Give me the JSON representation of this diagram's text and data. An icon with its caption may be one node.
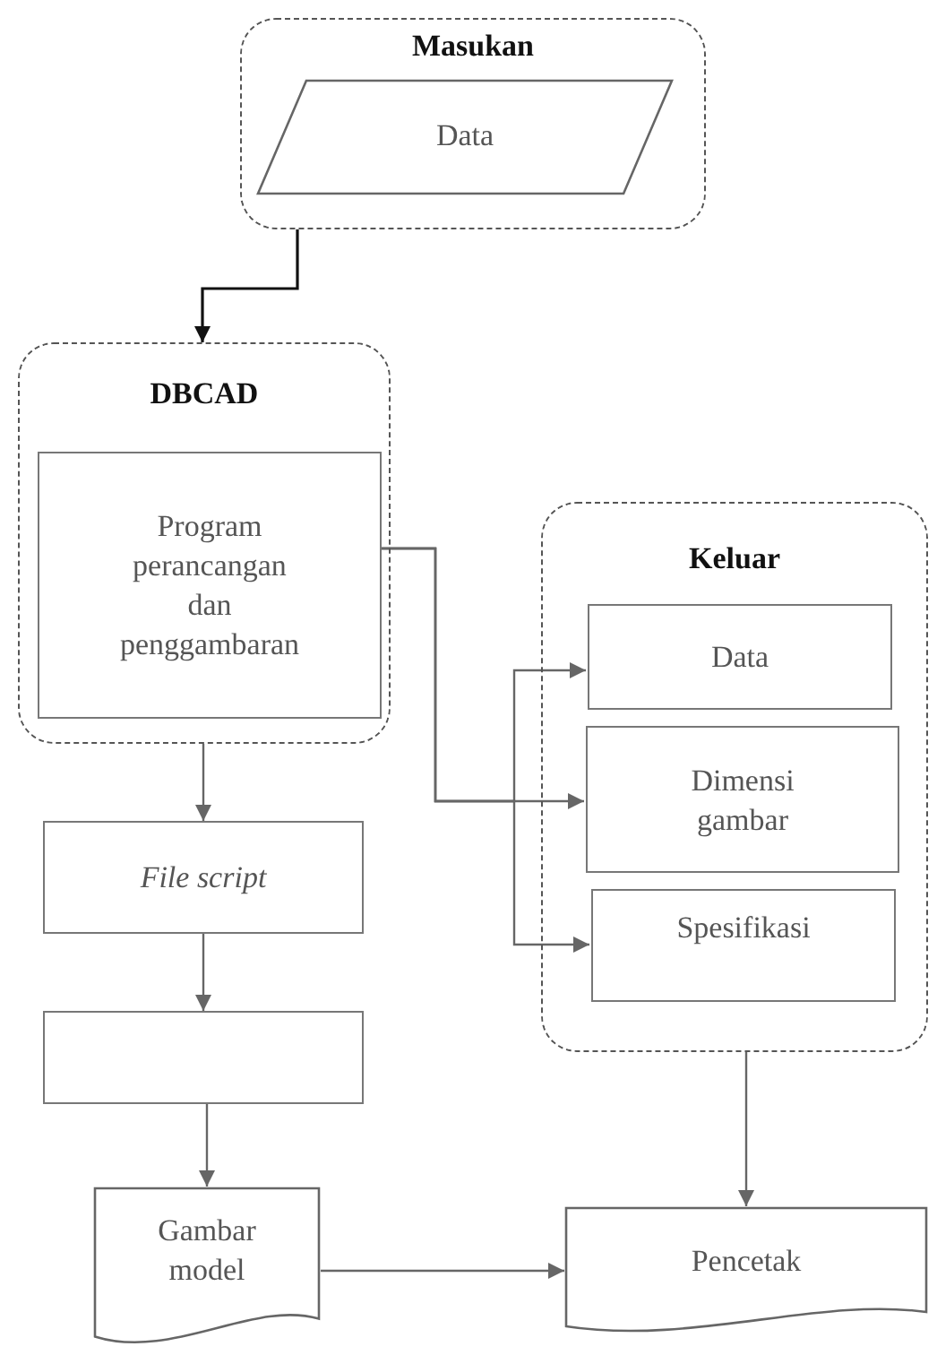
{
  "diagram": {
    "nodes": [
      {
        "text": [
          "Masukan"
        ]
      },
      {
        "text": [
          "Data"
        ],
        "in": 0
      },
      {
        "text": [
          "DBCAD"
        ]
      },
      {
        "text": [
          "Program perancangan dan penggambaran"
        ],
        "in": 2
      },
      {
        "text": [
          "Keluar"
        ]
      },
      {
        "text": [
          "Data"
        ],
        "in": 4
      },
      {
        "text": [
          "Dimensi gambar"
        ],
        "in": 4
      },
      {
        "text": [
          "Spesifikasi"
        ],
        "in": 4
      },
      {
        "text": [
          "File script"
        ]
      },
      {
        "text": [],
        "shape": "box"
      },
      {
        "text": [
          "Gambar model"
        ]
      },
      {
        "text": [
          "Pencetak"
        ]
      }
    ],
    "edges": [
      {
        "from": 0,
        "to": 2,
        "arrow": "to",
        "color": "#111111"
      },
      {
        "from": 3,
        "to": 5,
        "arrow": "to"
      },
      {
        "from": 3,
        "to": 6,
        "arrow": "to"
      },
      {
        "from": 3,
        "to": 7,
        "arrow": "to"
      },
      {
        "from": 2,
        "to": 8,
        "arrow": "to"
      },
      {
        "from": 8,
        "to": 9,
        "arrow": "to"
      },
      {
        "from": 9,
        "to": 10,
        "arrow": "to"
      },
      {
        "from": 10,
        "to": 11,
        "arrow": "to"
      },
      {
        "from": 4,
        "to": 11,
        "arrow": "to"
      }
    ]
  }
}
